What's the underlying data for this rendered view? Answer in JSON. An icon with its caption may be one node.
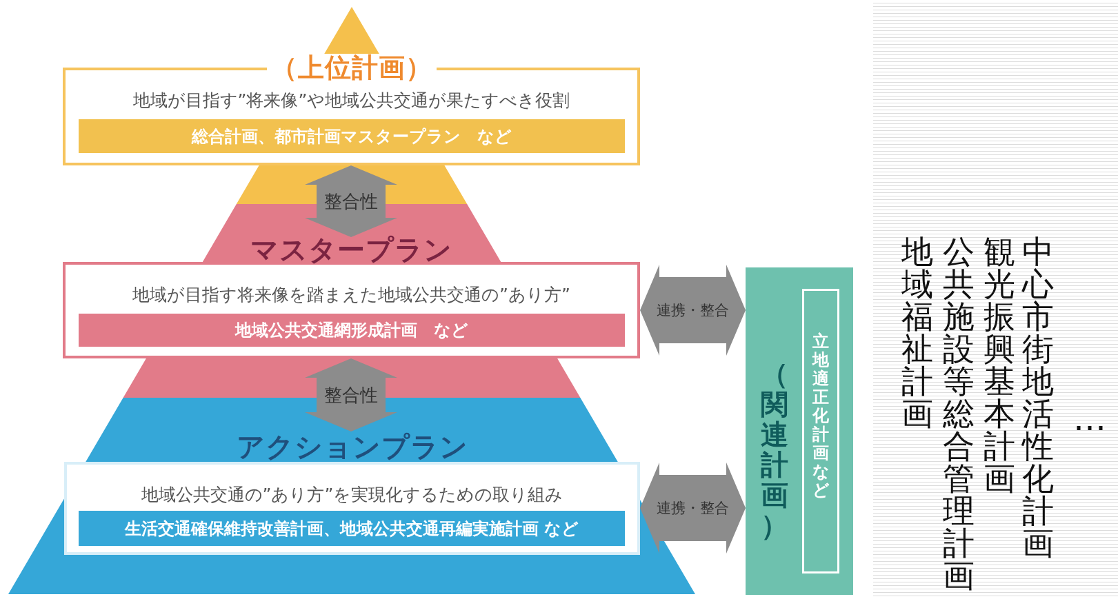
{
  "diagram": {
    "nodes": [
      {
        "text": [
          "（上位計画）",
          "地域が目指す”将来像”や地域公共交通が果たすべき役割"
        ]
      },
      {
        "text": [
          "総合計画、都市計画マスタープラン　など"
        ],
        "in": 0
      },
      {
        "text": [
          "マスタープラン",
          "地域が目指す将来像を踏まえた地域公共交通の”あり方”"
        ]
      },
      {
        "text": [
          "地域公共交通網形成計画　など"
        ],
        "in": 2
      },
      {
        "text": [
          "アクションプラン",
          "地域公共交通の”あり方”を実現化するための取り組み"
        ]
      },
      {
        "text": [
          "生活交通確保維持改善計画、地域公共交通再編実施計画 など"
        ],
        "in": 4
      },
      {
        "text": [
          "（関連計画）"
        ]
      },
      {
        "text": [
          "立地適正化計画など"
        ],
        "in": 6
      }
    ],
    "edges": [
      {
        "from": 0,
        "to": 2,
        "arrow": "both",
        "label": "整合性"
      },
      {
        "from": 2,
        "to": 4,
        "arrow": "both",
        "label": "整合性"
      },
      {
        "from": 2,
        "to": 6,
        "arrow": "both",
        "label": "連携・整合"
      },
      {
        "from": 4,
        "to": 6,
        "arrow": "both",
        "label": "連携・整合"
      }
    ],
    "labels": [
      "中心市街地活性化計画",
      "観光振興基本計画",
      "公共施設等総合管理計画",
      "地域福祉計画",
      "…"
    ]
  }
}
